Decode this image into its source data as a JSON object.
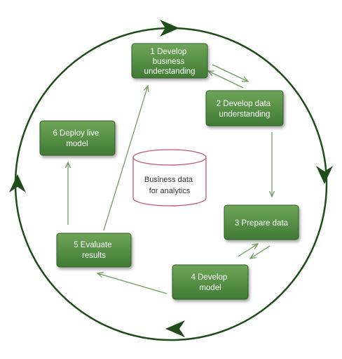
{
  "diagram": {
    "steps": [
      {
        "id": "step-1",
        "lines": [
          "1 Develop",
          "business",
          "understanding"
        ]
      },
      {
        "id": "step-2",
        "lines": [
          "2 Develop data",
          "understanding"
        ]
      },
      {
        "id": "step-3",
        "lines": [
          "3 Prepare data"
        ]
      },
      {
        "id": "step-4",
        "lines": [
          "4 Develop",
          "model"
        ]
      },
      {
        "id": "step-5",
        "lines": [
          "5 Evaluate",
          "results"
        ]
      },
      {
        "id": "step-6",
        "lines": [
          "6 Deploy live",
          "model"
        ]
      }
    ],
    "center": {
      "lines": [
        "Business data",
        "for analytics"
      ]
    },
    "colors": {
      "node_fill_top": "#6fa55a",
      "node_fill_bottom": "#3f7a33",
      "node_border": "#2f5e26",
      "cycle_ring": "#1f4d1a",
      "flow_arrow": "#6f9c5e",
      "database_outline": "#c2566e"
    }
  }
}
